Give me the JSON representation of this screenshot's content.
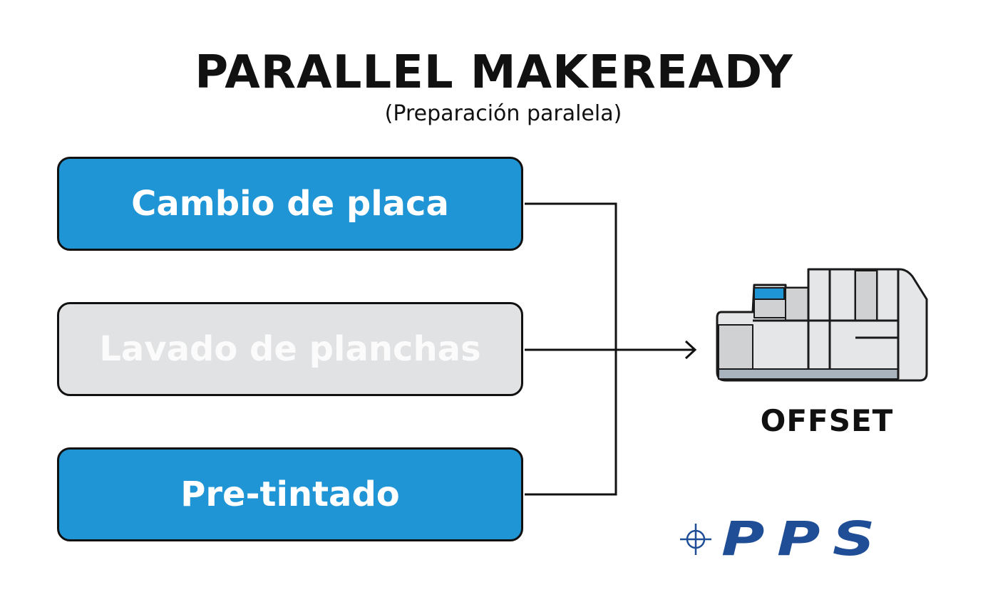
{
  "title": "PARALLEL MAKEREADY",
  "subtitle": "(Preparación paralela)",
  "steps": [
    {
      "label": "Cambio de placa",
      "state": "active"
    },
    {
      "label": "Lavado de planchas",
      "state": "inactive"
    },
    {
      "label": "Pre-tintado",
      "state": "active"
    }
  ],
  "machine": {
    "label": "OFFSET",
    "icon": "offset-press-icon"
  },
  "logo": {
    "text": "PPS",
    "icon": "crosshair-icon"
  },
  "colors": {
    "accent_blue": "#1f95d6",
    "inactive_gray": "#e1e2e3",
    "logo_blue": "#1f4e96",
    "outline": "#111111"
  }
}
